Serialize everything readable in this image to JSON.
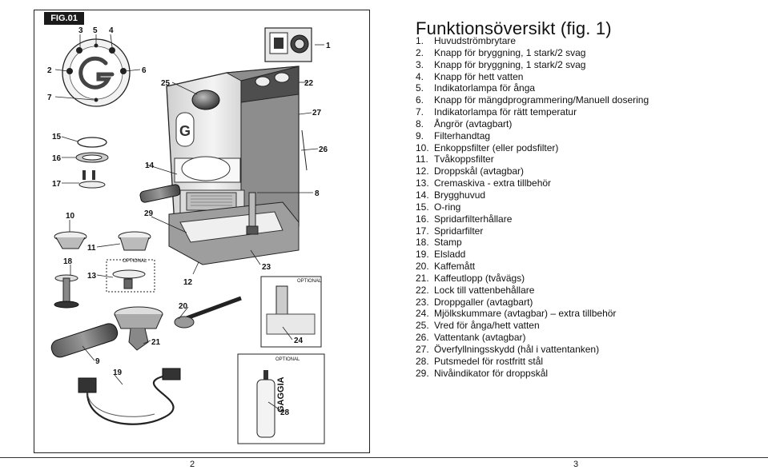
{
  "figure": {
    "label": "FIG.01",
    "optional_labels": [
      "OPTIONAL",
      "OPTIONAL",
      "OPTIONAL"
    ],
    "bottle_brand": "GAGGIA",
    "callouts": [
      "1",
      "2",
      "3",
      "4",
      "5",
      "6",
      "7",
      "8",
      "9",
      "10",
      "11",
      "12",
      "13",
      "14",
      "15",
      "16",
      "17",
      "18",
      "19",
      "20",
      "21",
      "22",
      "23",
      "24",
      "25",
      "26",
      "27",
      "28",
      "29"
    ]
  },
  "title": "Funktionsöversikt (fig. 1)",
  "legend": [
    {
      "num": "1.",
      "text": "Huvudströmbrytare"
    },
    {
      "num": "2.",
      "text": "Knapp för bryggning, 1 stark/2 svag"
    },
    {
      "num": "3.",
      "text": "Knapp för bryggning, 1 stark/2 svag"
    },
    {
      "num": "4.",
      "text": "Knapp för hett vatten"
    },
    {
      "num": "5.",
      "text": "Indikatorlampa för ånga"
    },
    {
      "num": "6.",
      "text": "Knapp för mängdprogrammering/Manuell dosering"
    },
    {
      "num": "7.",
      "text": "Indikatorlampa för rätt temperatur"
    },
    {
      "num": "8.",
      "text": "Ångrör (avtagbart)"
    },
    {
      "num": "9.",
      "text": "Filterhandtag"
    },
    {
      "num": "10.",
      "text": "Enkoppsfilter (eller podsfilter)"
    },
    {
      "num": "11.",
      "text": "Tvåkoppsfilter"
    },
    {
      "num": "12.",
      "text": "Droppskål (avtagbar)"
    },
    {
      "num": "13.",
      "text": "Cremaskiva - extra tillbehör"
    },
    {
      "num": "14.",
      "text": "Brygghuvud"
    },
    {
      "num": "15.",
      "text": "O-ring"
    },
    {
      "num": "16.",
      "text": "Spridarfilterhållare"
    },
    {
      "num": "17.",
      "text": "Spridarfilter"
    },
    {
      "num": "18.",
      "text": "Stamp"
    },
    {
      "num": "19.",
      "text": "Elsladd"
    },
    {
      "num": "20.",
      "text": "Kaffemått"
    },
    {
      "num": "21.",
      "text": "Kaffeutlopp (tvåvägs)"
    },
    {
      "num": "22.",
      "text": "Lock till vattenbehållare"
    },
    {
      "num": "23.",
      "text": "Droppgaller (avtagbart)"
    },
    {
      "num": "24.",
      "text": "Mjölkskummare (avtagbar) – extra tillbehör"
    },
    {
      "num": "25.",
      "text": "Vred för ånga/hett vatten"
    },
    {
      "num": "26.",
      "text": "Vattentank (avtagbar)"
    },
    {
      "num": "27.",
      "text": "Överfyllningsskydd (hål i vattentanken)"
    },
    {
      "num": "28.",
      "text": "Putsmedel för rostfritt stål"
    },
    {
      "num": "29.",
      "text": "Nivåindikator för droppskål"
    }
  ],
  "footer": {
    "page_left": "2",
    "page_right": "3"
  }
}
